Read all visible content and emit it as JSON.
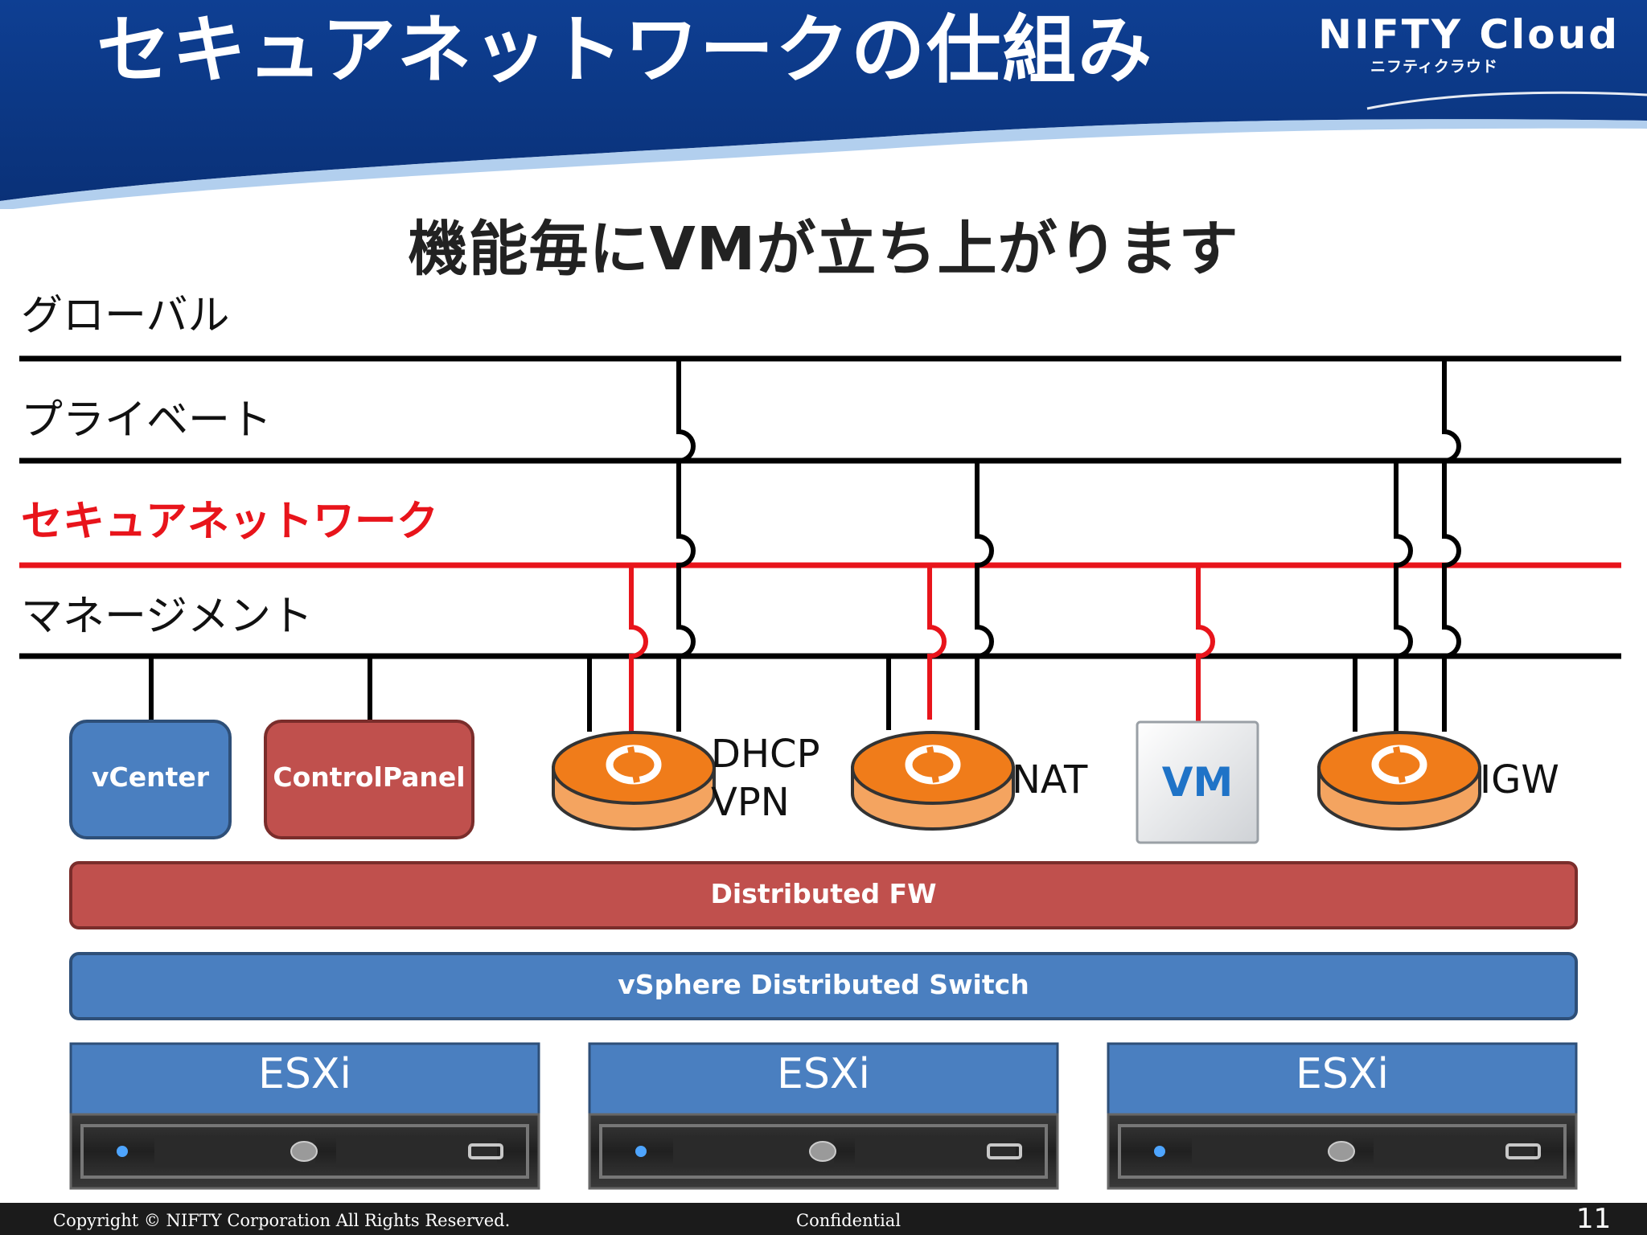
{
  "header": {
    "title": "セキュアネットワークの仕組み",
    "brand_name": "NIFTY Cloud",
    "brand_subtitle": "ニフティクラウド"
  },
  "subtitle": "機能毎にVMが立ち上がります",
  "networks": {
    "global": "グローバル",
    "private": "プライベート",
    "secure": "セキュアネットワーク",
    "management": "マネージメント"
  },
  "boxes": {
    "vcenter": "vCenter",
    "control_panel": "ControlPanel",
    "vm": "VM",
    "distributed_fw": "Distributed FW",
    "vsphere_switch": "vSphere Distributed Switch"
  },
  "routers": {
    "dhcp_vpn": [
      "DHCP",
      "VPN"
    ],
    "nat": "NAT",
    "igw": "IGW"
  },
  "hosts": [
    "ESXi",
    "ESXi",
    "ESXi"
  ],
  "footer": {
    "copyright": "Copyright © NIFTY Corporation All Rights Reserved.",
    "confidential": "Confidential",
    "page_number": "11"
  },
  "colors": {
    "header_blue": "#0d3a8c",
    "secure_red": "#e8141b",
    "box_blue": "#4a7fc0",
    "box_red": "#c0504d",
    "router_orange": "#f07c1a"
  }
}
